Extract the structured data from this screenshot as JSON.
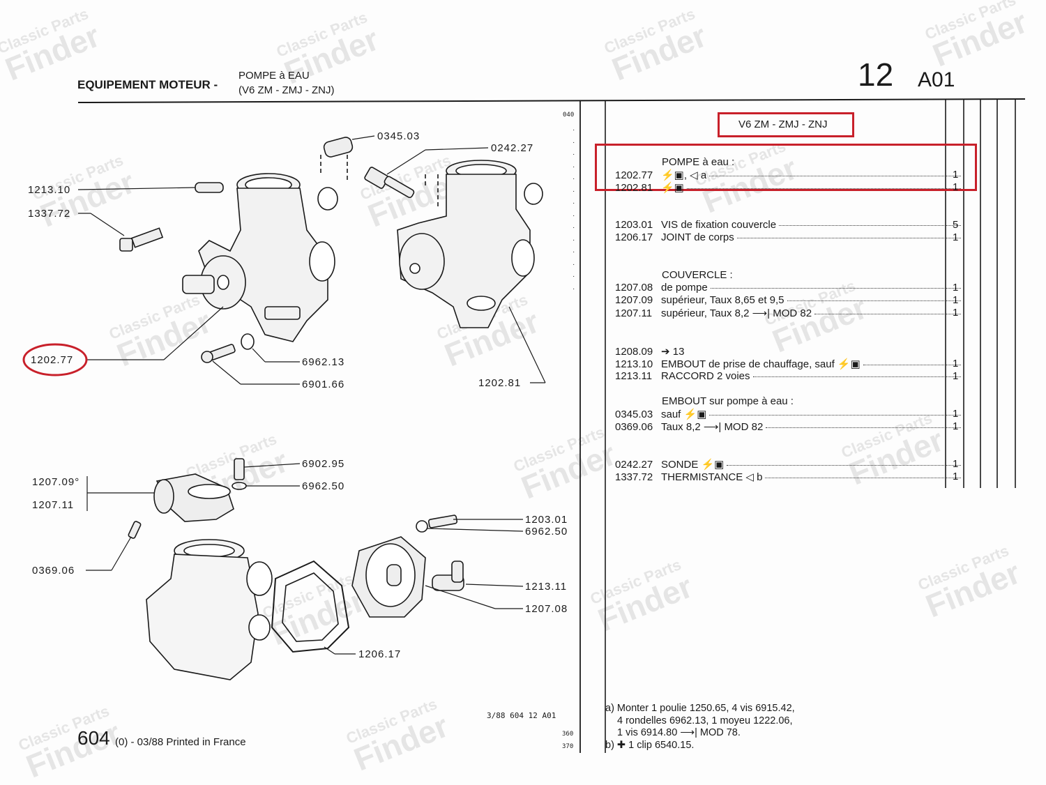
{
  "header": {
    "section": "EQUIPEMENT MOTEUR -",
    "title_line1": "POMPE à EAU",
    "title_line2": "(V6 ZM - ZMJ - ZNJ)",
    "page_number": "12",
    "page_code": "A01"
  },
  "watermark": {
    "line1": "Classic Parts",
    "line2": "Finder"
  },
  "diagram_labels": {
    "l0345_03": "0345.03",
    "l0242_27": "0242.27",
    "l1213_10": "1213.10",
    "l1337_72": "1337.72",
    "l1202_77": "1202.77",
    "l6962_13": "6962.13",
    "l6901_66": "6901.66",
    "l1202_81": "1202.81",
    "l6902_95": "6902.95",
    "l6962_50a": "6962.50",
    "l1207_09": "1207.09°",
    "l1207_11": "1207.11",
    "l0369_06": "0369.06",
    "l1203_01": "1203.01",
    "l6962_50b": "6962.50",
    "l1213_11": "1213.11",
    "l1207_08": "1207.08",
    "l1206_17": "1206.17"
  },
  "margin_ticks": {
    "top": "040",
    "bottom1": "360",
    "bottom2": "370"
  },
  "parts_list": {
    "model_box": "V6 ZM - ZMJ - ZNJ",
    "heading_pompe": "POMPE à eau :",
    "heading_couvercle": "COUVERCLE :",
    "heading_embout": "EMBOUT sur pompe à eau :",
    "rows": [
      {
        "ref": "1202.77",
        "desc": "⚡▣,  ◁ a",
        "qty": "1"
      },
      {
        "ref": "1202.81",
        "desc": "⚡▣",
        "qty": "1"
      },
      {
        "ref": "1203.01",
        "desc": "VIS de fixation couvercle",
        "qty": "5"
      },
      {
        "ref": "1206.17",
        "desc": "JOINT de corps",
        "qty": "1"
      },
      {
        "ref": "1207.08",
        "desc": "de pompe",
        "qty": "1"
      },
      {
        "ref": "1207.09",
        "desc": "supérieur, Taux 8,65 et 9,5",
        "qty": "1"
      },
      {
        "ref": "1207.11",
        "desc": "supérieur, Taux 8,2 ⟶| MOD 82",
        "qty": "1"
      },
      {
        "ref": "1208.09",
        "desc": "➔ 13",
        "qty": ""
      },
      {
        "ref": "1213.10",
        "desc": "EMBOUT de prise de chauffage, sauf ⚡▣",
        "qty": "1"
      },
      {
        "ref": "1213.11",
        "desc": "RACCORD 2 voies",
        "qty": "1"
      },
      {
        "ref": "0345.03",
        "desc": "sauf ⚡▣",
        "qty": "1"
      },
      {
        "ref": "0369.06",
        "desc": "Taux 8,2 ⟶| MOD 82",
        "qty": "1"
      },
      {
        "ref": "0242.27",
        "desc": "SONDE ⚡▣",
        "qty": "1"
      },
      {
        "ref": "1337.72",
        "desc": "THERMISTANCE ◁ b",
        "qty": "1"
      }
    ]
  },
  "notes": {
    "a1": "a) Monter 1 poulie 1250.65, 4 vis 6915.42,",
    "a2": "4 rondelles 6962.13, 1 moyeu 1222.06,",
    "a3": "1 vis 6914.80 ⟶| MOD 78.",
    "b1": "b)  ✚  1 clip 6540.15."
  },
  "footer": {
    "doc_ref": "3/88 604 12 A01",
    "model": "604",
    "print_info": "(0) - 03/88 Printed in France"
  },
  "colors": {
    "highlight": "#c8202a",
    "ink": "#1a1a1a"
  }
}
